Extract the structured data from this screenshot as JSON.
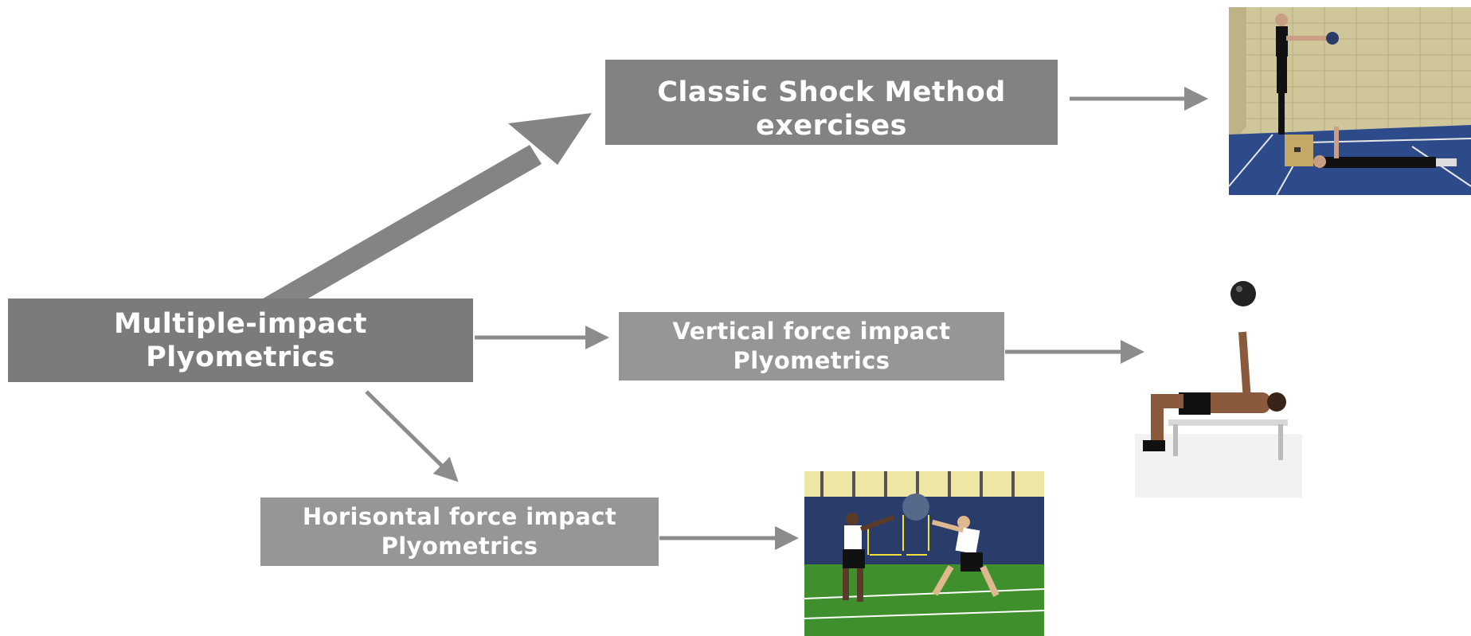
{
  "diagram": {
    "root": {
      "label": "Multiple-impact\nPlyometrics"
    },
    "branches": [
      {
        "id": "classic",
        "label": "Classic Shock Method\nexercises",
        "image": "medicine-ball-drop-to-lying-partner-photo"
      },
      {
        "id": "vertical",
        "label": "Vertical force impact\nPlyometrics",
        "image": "bench-medicine-ball-throw-photo"
      },
      {
        "id": "horizontal",
        "label": "Horisontal force impact\nPlyometrics",
        "image": "partner-medicine-ball-pass-photo"
      }
    ]
  },
  "colors": {
    "root_box": "#7b7b7b",
    "classic_box": "#828282",
    "secondary_box": "#969696",
    "arrow": "#8c8c8c",
    "text": "#ffffff"
  }
}
